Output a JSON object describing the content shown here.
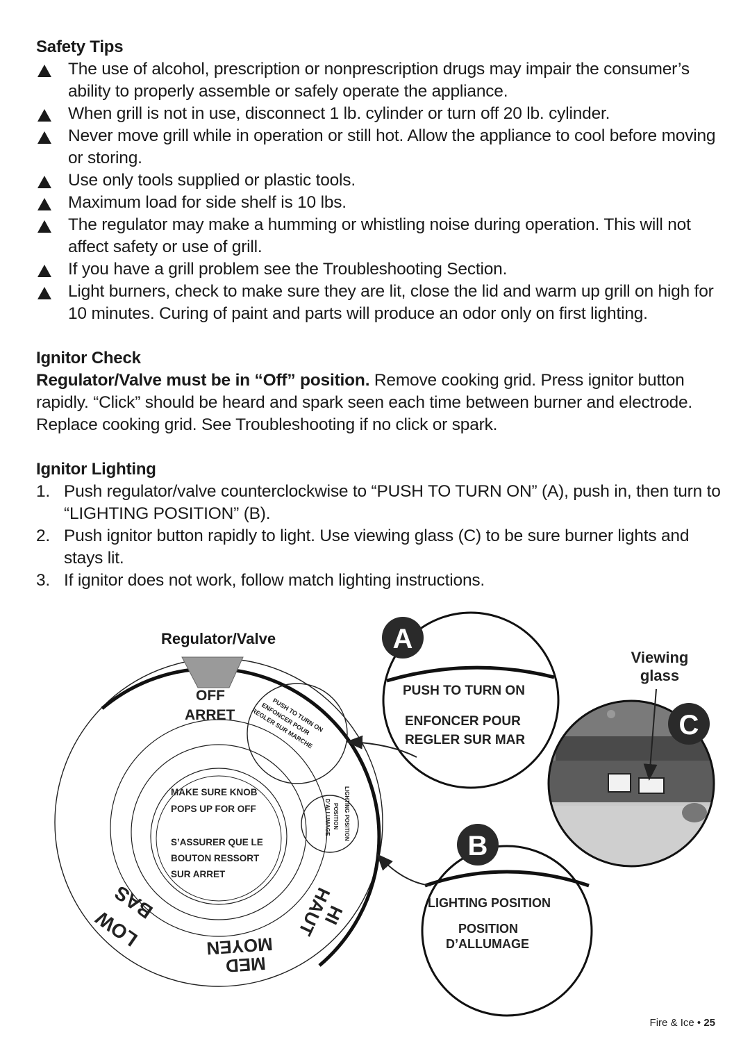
{
  "safety": {
    "title": "Safety Tips",
    "items": [
      "The use of alcohol, prescription or nonprescription drugs may impair the consumer’s ability to properly assemble or safely operate the appliance.",
      "When grill is not in use, disconnect 1 lb. cylinder or turn off 20 lb. cylinder.",
      "Never move grill while in operation or still hot.  Allow the appliance to cool before moving or storing.",
      "Use only tools supplied or plastic tools.",
      "Maximum load for side shelf is 10 lbs.",
      "The regulator may make a humming or whistling noise during operation. This will not affect safety or use of grill.",
      "If you have a grill problem see the Troubleshooting Section.",
      "Light burners, check to make sure they are lit, close the lid and warm up grill on high for 10 minutes.  Curing of paint and parts will produce an odor only on first  lighting."
    ]
  },
  "ignitor_check": {
    "title": "Ignitor Check",
    "bold_text": "Regulator/Valve must be in “Off” position.",
    "text": " Remove cooking grid. Press ignitor button rapidly. “Click” should be heard and spark seen each time between burner and electrode. Replace cooking grid. See Troubleshooting if no click or spark."
  },
  "ignitor_lighting": {
    "title": "Ignitor Lighting",
    "steps": [
      {
        "num": "1.",
        "text": "Push regulator/valve counterclockwise to “PUSH TO TURN ON” (A), push in, then turn to “LIGHTING POSITION” (B)."
      },
      {
        "num": "2.",
        "text": "Push ignitor button rapidly to light. Use viewing glass (C) to be sure burner lights and stays lit."
      },
      {
        "num": "3.",
        "text": "If ignitor does not work, follow match lighting instructions."
      }
    ]
  },
  "diagram": {
    "regulator_label": "Regulator/Valve",
    "off": "OFF",
    "arret": "ARRET",
    "push_to_turn_on_small": "PUSH TO TURN ON",
    "enfoncer_small": "ENFONCER POUR",
    "regler_small": "REGLER SUR MARCHE",
    "knob_lines": [
      "MAKE SURE KNOB",
      "POPS UP FOR OFF",
      "S’ASSURER QUE LE",
      "BOUTON RESSORT",
      "SUR ARRET"
    ],
    "lighting_position_small": "LIGHTING POSITION",
    "position_dallumage_small_1": "POSITION",
    "position_dallumage_small_2": "D’ALLUMAGE",
    "low": "LOW",
    "bas": "BAS",
    "med": "MED",
    "moyen": "MOYEN",
    "hi": "HI",
    "haut": "HAUT",
    "a_letter": "A",
    "a_push": "PUSH TO TURN ON",
    "a_enfoncer": "ENFONCER POUR",
    "a_regler": "REGLER SUR MAR",
    "b_letter": "B",
    "b_lighting": "LIGHTING POSITION",
    "b_position": "POSITION",
    "b_dallumage": "D’ALLUMAGE",
    "c_letter": "C",
    "viewing_1": "Viewing",
    "viewing_2": "glass"
  },
  "footer": {
    "brand": "Fire & Ice • ",
    "page": "25"
  }
}
